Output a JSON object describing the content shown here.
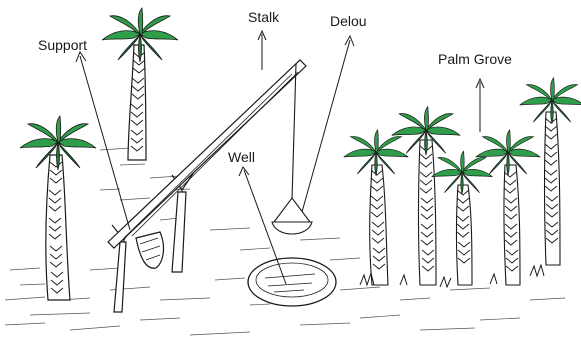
{
  "labels": {
    "support": "Support",
    "stalk": "Stalk",
    "delou": "Delou",
    "palm_grove": "Palm Grove",
    "well": "Well"
  },
  "colors": {
    "ink": "#1a1a1a",
    "leaf": "#2e9e4a",
    "leaf_dark": "#1f7a36"
  }
}
